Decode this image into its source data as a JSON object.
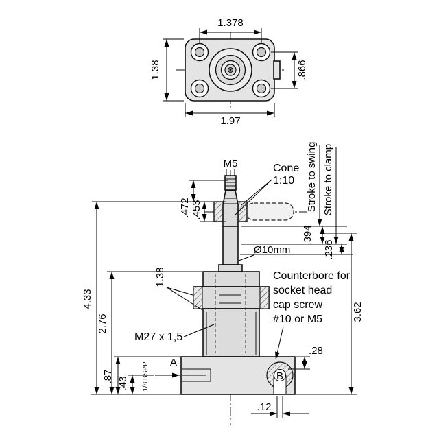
{
  "top_view": {
    "dim_hole_pitch": "1.378",
    "dim_flange_height": "1.38",
    "dim_hole_pitch_v": ".866",
    "dim_flange_width": "1.97"
  },
  "side_view": {
    "rod_thread": "M5",
    "cone_line1": "Cone",
    "cone_line2": "1:10",
    "stroke_swing": "Stroke to swing",
    "stroke_clamp": "Stroke to clamp",
    "dim_swing_stroke": ".472",
    "dim_clamp_stroke": ".453",
    "dim_394": ".394",
    "dim_236": ".236",
    "rod_diameter": "Ø10mm",
    "dim_body_dia": "1.38",
    "dim_overall_height": "4.33",
    "dim_body_height": "2.76",
    "counterbore_line1": "Counterbore for",
    "counterbore_line2": "socket head",
    "counterbore_line3": "cap screw",
    "counterbore_line4": "#10 or M5",
    "dim_height_362": "3.62",
    "body_thread": "M27 x 1,5",
    "port_a_label": "A",
    "dim_port_height": ".87",
    "dim_port_center": ".43",
    "port_thread_label": "1/8 BSPP",
    "dim_counterbore_depth": ".28",
    "port_b_label": "B",
    "dim_offset": ".12"
  }
}
